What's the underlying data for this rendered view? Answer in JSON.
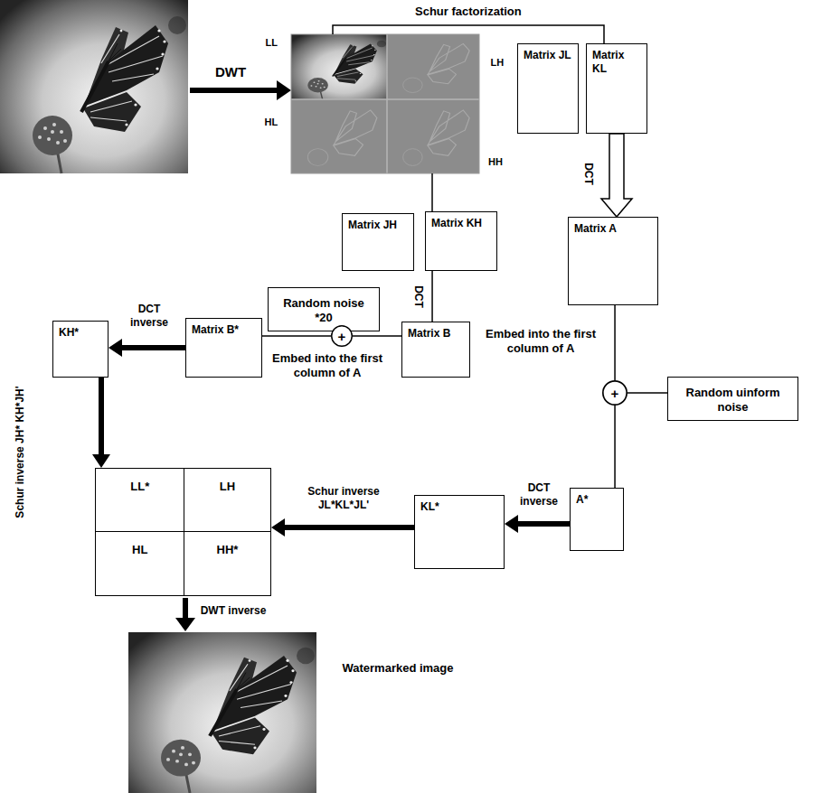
{
  "diagram": {
    "nodes": [
      {
        "text": [
          "Matrix JL"
        ]
      },
      {
        "text": [
          "Matrix KL"
        ]
      },
      {
        "text": [
          "Matrix A"
        ]
      },
      {
        "text": [
          "Matrix JH"
        ]
      },
      {
        "text": [
          "Matrix KH"
        ]
      },
      {
        "text": [
          "Matrix B"
        ]
      },
      {
        "text": [
          "Random noise *20"
        ]
      },
      {
        "text": [
          "+"
        ]
      },
      {
        "text": [
          "Matrix B*"
        ]
      },
      {
        "text": [
          "KH*"
        ]
      },
      {
        "text": [
          "+"
        ]
      },
      {
        "text": [
          "Random uinform noise"
        ]
      },
      {
        "text": [
          "A*"
        ]
      },
      {
        "text": [
          "KL*"
        ]
      },
      {
        "text": [
          "LL*"
        ]
      },
      {
        "text": [
          "LH"
        ]
      },
      {
        "text": [
          "HL"
        ]
      },
      {
        "text": [
          "HH*"
        ]
      }
    ],
    "edges": [
      {
        "from": 1,
        "to": 2,
        "arrow": "to",
        "label": "DCT"
      },
      {
        "from": 4,
        "to": 5,
        "arrow": "none",
        "label": "DCT"
      },
      {
        "from": 5,
        "to": 7,
        "arrow": "none"
      },
      {
        "from": 6,
        "to": 7,
        "arrow": "none"
      },
      {
        "from": 7,
        "to": 8,
        "arrow": "none"
      },
      {
        "from": 8,
        "to": 9,
        "arrow": "to",
        "label": "DCT inverse"
      },
      {
        "from": 9,
        "to": 14,
        "arrow": "to"
      },
      {
        "from": 2,
        "to": 10,
        "arrow": "none"
      },
      {
        "from": 11,
        "to": 10,
        "arrow": "none"
      },
      {
        "from": 10,
        "to": 12,
        "arrow": "none"
      },
      {
        "from": 12,
        "to": 13,
        "arrow": "to",
        "label": "DCT inverse"
      },
      {
        "from": 13,
        "to": 15,
        "arrow": "to",
        "label": "Schur inverse JL*KL*JL'"
      }
    ],
    "labels": [
      "Schur factorization",
      "LL",
      "LH",
      "HL",
      "HH",
      "DWT",
      "Embed into the first column of A",
      "Embed into the first column of A",
      "Schur inverse JH* KH*JH'",
      "DWT inverse",
      "Watermarked image"
    ]
  }
}
